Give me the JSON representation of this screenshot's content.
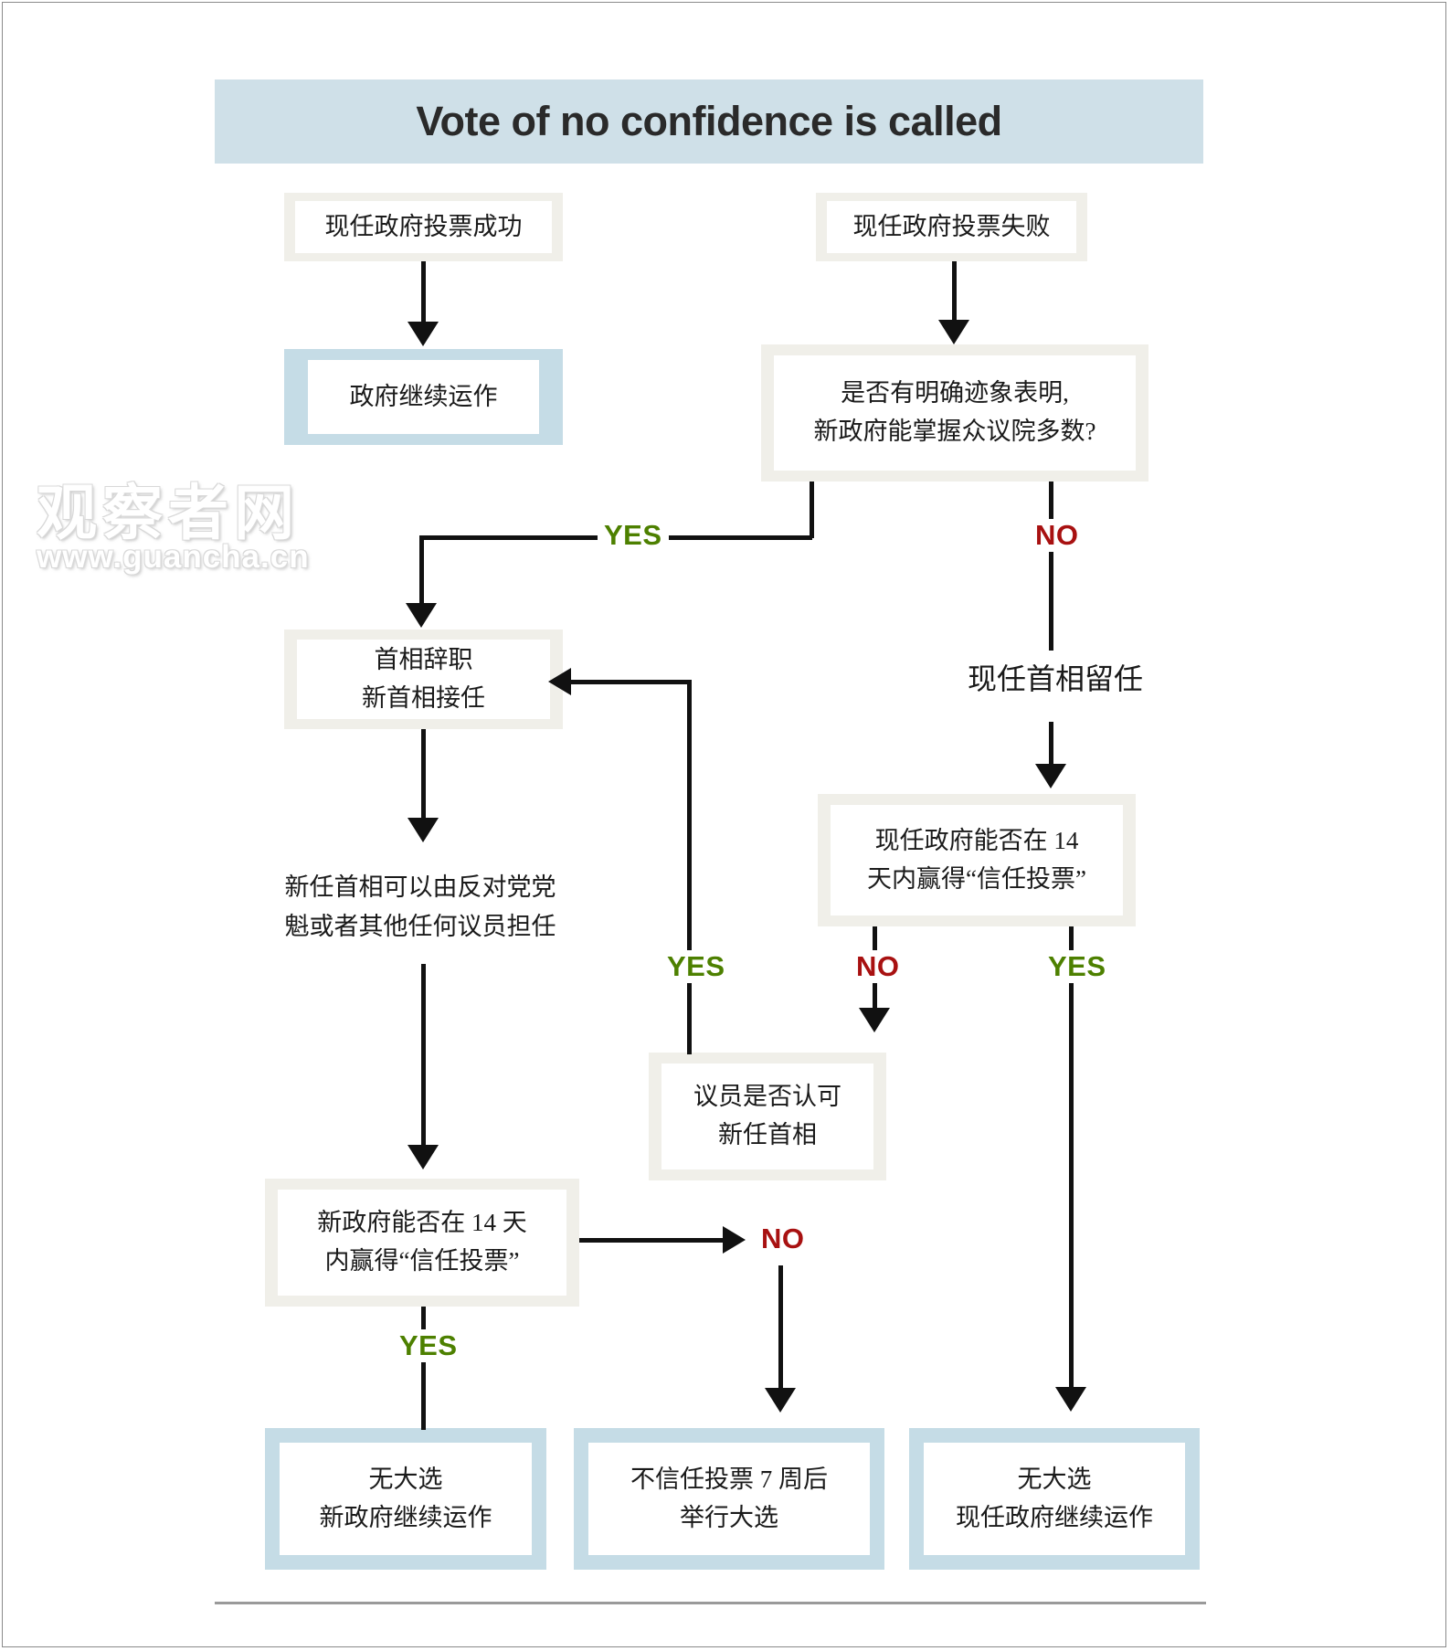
{
  "title": "Vote of no confidence is called",
  "colors": {
    "title_banner": "#cfe0e8",
    "node_beige_frame": "#f0efe9",
    "node_blue_frame": "#c5dce6",
    "yes": "#4d8000",
    "no": "#a81111",
    "connector": "#111111"
  },
  "watermark": {
    "name": "观察者网",
    "url": "www.guancha.cn"
  },
  "nodes": {
    "vote_success": "现任政府投票成功",
    "vote_fail": "现任政府投票失败",
    "gov_continues": "政府继续运作",
    "majority_question": "是否有明确迹象表明,\n新政府能掌握众议院多数?",
    "pm_resigns": "首相辞职\n新首相接任",
    "incumbent_stays": "现任首相留任",
    "incumbent_confidence_vote": "现任政府能否在 14\n天内赢得“信任投票”",
    "new_pm_note": "新任首相可以由反对党党\n魁或者其他任何议员担任",
    "mps_approve": "议员是否认可\n新任首相",
    "new_gov_confidence_vote": "新政府能否在 14 天\n内赢得“信任投票”",
    "result_no_election_new_gov": "无大选\n新政府继续运作",
    "result_election_7_weeks": "不信任投票 7 周后\n举行大选",
    "result_no_election_current_gov": "无大选\n现任政府继续运作"
  },
  "edge_labels": {
    "yes_majority": "YES",
    "no_majority": "NO",
    "yes_mps_approve": "YES",
    "no_incumbent_vote": "NO",
    "yes_incumbent_vote": "YES",
    "no_new_gov_vote": "NO",
    "yes_new_gov_vote": "YES"
  }
}
